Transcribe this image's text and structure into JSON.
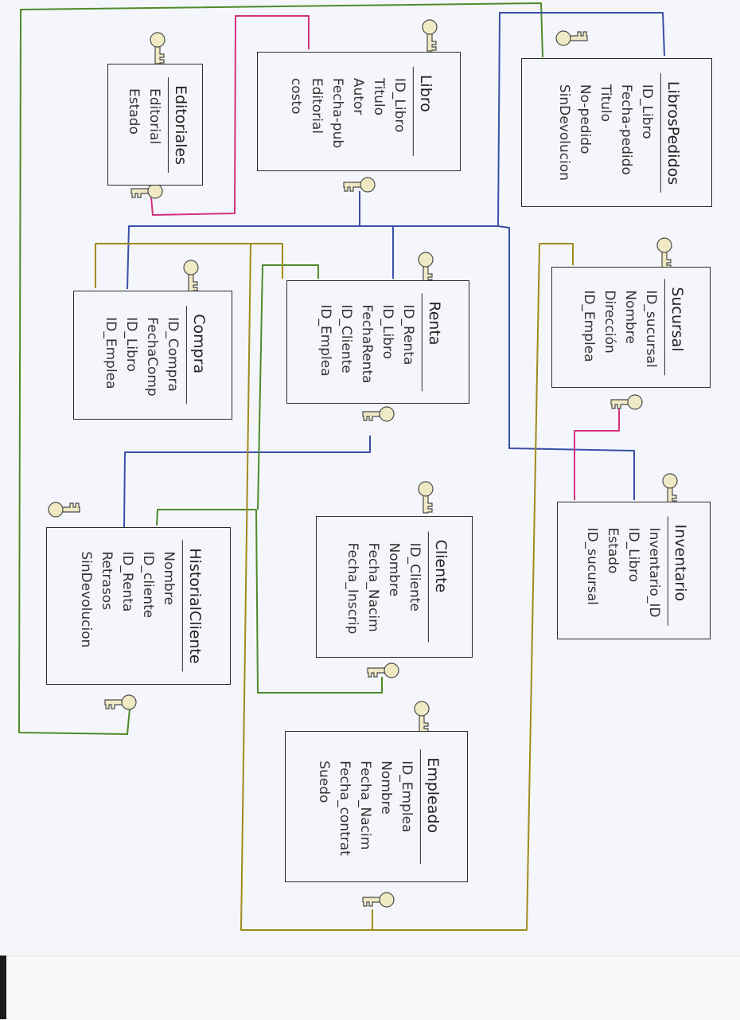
{
  "entities": {
    "editoriales": {
      "title": "Editoriales",
      "fields": [
        "Editorial",
        "Estado"
      ]
    },
    "libro": {
      "title": "Libro",
      "fields": [
        "ID_Libro",
        "Titulo",
        "Autor",
        "Fecha-pub",
        "Editorial",
        "costo"
      ]
    },
    "libros_pedidos": {
      "title": "LibrosPedidos",
      "fields": [
        "ID_Libro",
        "Fecha-pedido",
        "Titulo",
        "No-pedido",
        "SinDevolucion"
      ]
    },
    "compra": {
      "title": "Compra",
      "fields": [
        "ID_Compra",
        "FechaComp",
        "ID_Libro",
        "ID_Emplea"
      ]
    },
    "renta": {
      "title": "Renta",
      "fields": [
        "ID_Renta",
        "ID_Libro",
        "FechaRenta",
        "ID_Cliente",
        "ID_Emplea"
      ]
    },
    "sucursal": {
      "title": "Sucursal",
      "fields": [
        "ID_sucursal",
        "Nombre",
        "Dirección",
        "ID_Emplea"
      ]
    },
    "historial_cliente": {
      "title": "HistorialCliente",
      "fields": [
        "Nombre",
        "ID_cliente",
        "ID_Renta",
        "Retrasos",
        "SinDevolucion"
      ]
    },
    "cliente": {
      "title": "Cliente",
      "fields": [
        "ID_Cliente",
        "Nombre",
        "Fecha_Nacim",
        "Fecha_Inscrip"
      ]
    },
    "inventario": {
      "title": "Inventario",
      "fields": [
        "Inventario_ID",
        "ID_Libro",
        "Estado",
        "ID_sucursal"
      ]
    },
    "empleado": {
      "title": "Empleado",
      "fields": [
        "ID_Emplea",
        "Nombre",
        "Fecha_Nacim",
        "Fecha_contrat",
        "Suedo"
      ]
    }
  },
  "colors": {
    "green": "#4e8a2a",
    "pink": "#d4307e",
    "blue": "#3a4fa8",
    "olive": "#a08a1c",
    "key_fill": "#efe9c4",
    "key_stroke": "#4a4a4a"
  }
}
